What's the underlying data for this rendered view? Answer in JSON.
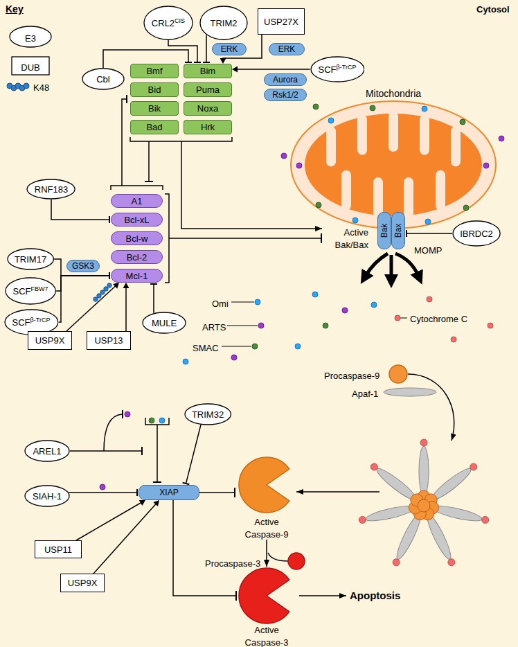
{
  "diagram": {
    "nodes": [
      {
        "text": [
          "CRL2",
          "CIS"
        ]
      },
      {
        "text": [
          "TRIM2"
        ]
      },
      {
        "text": [
          "USP27X"
        ]
      },
      {
        "text": [
          "ERK"
        ]
      },
      {
        "text": [
          "ERK"
        ]
      },
      {
        "text": [
          "Aurora"
        ]
      },
      {
        "text": [
          "SCF",
          "β-TrCP"
        ]
      },
      {
        "text": [
          "Rsk1/2"
        ]
      },
      {
        "text": [
          "Cbl"
        ]
      },
      {
        "text": [
          "Bmf"
        ]
      },
      {
        "text": [
          "Bim"
        ]
      },
      {
        "text": [
          "Bid"
        ]
      },
      {
        "text": [
          "Puma"
        ]
      },
      {
        "text": [
          "Bik"
        ]
      },
      {
        "text": [
          "Noxa"
        ]
      },
      {
        "text": [
          "Bad"
        ]
      },
      {
        "text": [
          "Hrk"
        ]
      },
      {
        "text": [
          "Mitochondria"
        ]
      },
      {
        "text": [
          "RNF183"
        ]
      },
      {
        "text": [
          "A1"
        ]
      },
      {
        "text": [
          "Bcl-xL"
        ]
      },
      {
        "text": [
          "Bcl-w"
        ]
      },
      {
        "text": [
          "Bcl-2"
        ]
      },
      {
        "text": [
          "Mcl-1"
        ]
      },
      {
        "text": [
          "Bak"
        ]
      },
      {
        "text": [
          "Bax"
        ]
      },
      {
        "text": [
          "IBRDC2"
        ]
      },
      {
        "text": [
          "TRIM17"
        ]
      },
      {
        "text": [
          "SCF",
          "FBW7"
        ]
      },
      {
        "text": [
          "GSK3"
        ]
      },
      {
        "text": [
          "SCF",
          "β-TrCP"
        ]
      },
      {
        "text": [
          "MULE"
        ]
      },
      {
        "text": [
          "USP9X"
        ]
      },
      {
        "text": [
          "USP13"
        ]
      },
      {
        "text": [
          "TRIM32"
        ]
      },
      {
        "text": [
          "AREL1"
        ]
      },
      {
        "text": [
          "SIAH-1"
        ]
      },
      {
        "text": [
          "XIAP"
        ]
      },
      {
        "text": [
          "USP11"
        ]
      },
      {
        "text": [
          "USP9X"
        ]
      }
    ],
    "edges": [
      {
        "from": 8,
        "to": 10,
        "arrow": "to"
      },
      {
        "from": 0,
        "to": 10,
        "arrow": "to"
      },
      {
        "from": 1,
        "to": 10,
        "arrow": "to"
      },
      {
        "from": 2,
        "to": 10,
        "arrow": "to"
      },
      {
        "from": 6,
        "to": 10,
        "arrow": "to"
      },
      {
        "from": 18,
        "to": 20,
        "arrow": "to"
      },
      {
        "from": 27,
        "to": 23,
        "arrow": "to"
      },
      {
        "from": 28,
        "to": 23,
        "arrow": "to"
      },
      {
        "from": 30,
        "to": 23,
        "arrow": "to"
      },
      {
        "from": 32,
        "to": 23,
        "arrow": "to"
      },
      {
        "from": 33,
        "to": 23,
        "arrow": "to"
      },
      {
        "from": 31,
        "to": 23,
        "arrow": "to"
      },
      {
        "from": 26,
        "to": 25,
        "arrow": "to"
      },
      {
        "from": 36,
        "to": 37,
        "arrow": "to"
      },
      {
        "from": 34,
        "to": 37,
        "arrow": "to"
      },
      {
        "from": 38,
        "to": 37,
        "arrow": "to"
      },
      {
        "from": 39,
        "to": 37,
        "arrow": "to"
      }
    ],
    "labels": [
      "Key",
      "Cytosol",
      "Active Bak/Bax",
      "MOMP",
      "Omi",
      "ARTS",
      "SMAC",
      "Cytochrome C",
      "Procaspase-9",
      "Apaf-1",
      "Active Caspase-9",
      "Procaspase-3",
      "Active Caspase-3",
      "Apoptosis"
    ],
    "legend": [
      {
        "text": "E3"
      },
      {
        "text": "DUB"
      },
      {
        "text": "K48"
      }
    ]
  }
}
